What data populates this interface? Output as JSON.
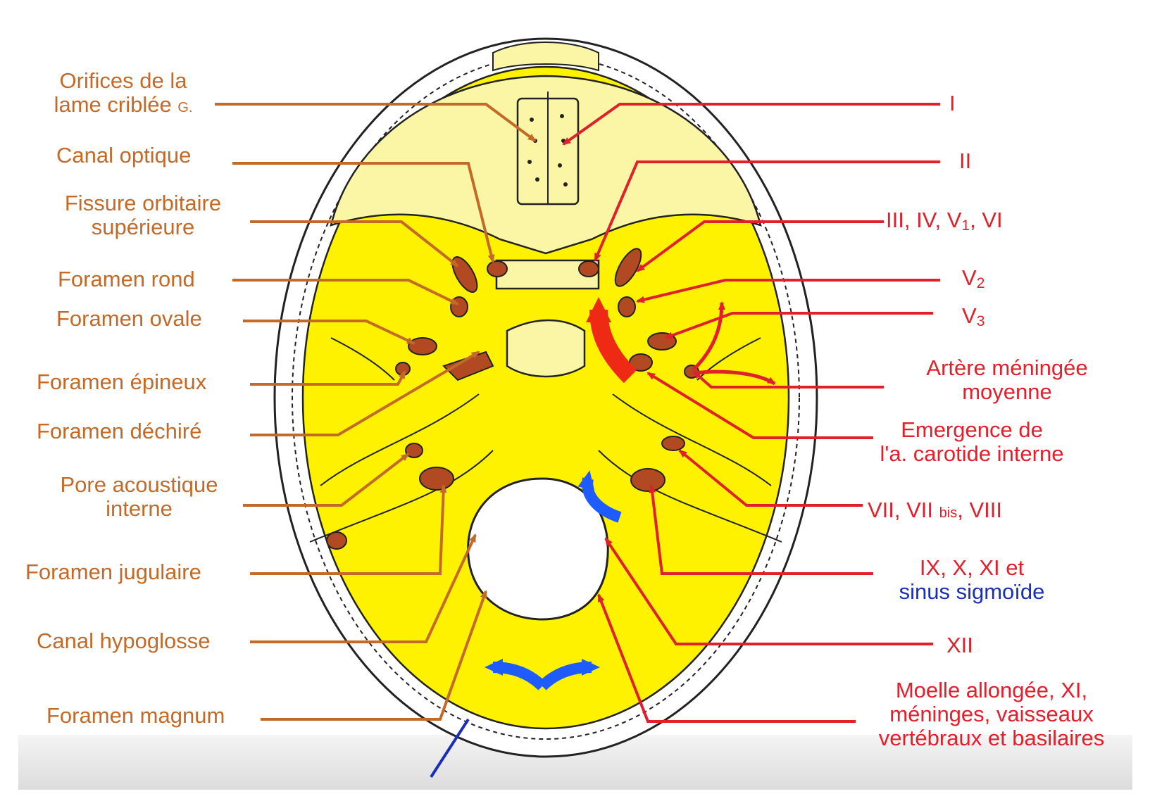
{
  "colors": {
    "left_label": "#c46a28",
    "right_label": "#e0202a",
    "blue_label": "#1a2fb8",
    "fossa_yellow": "#fff200",
    "anterior_yellow": "#fbf6a6",
    "foramen_brown": "#b14a22",
    "arrow_red": "#ee2a14",
    "arrow_blue": "#1f5cff"
  },
  "left_labels": {
    "cribriform_line1": "Orifices de la",
    "cribriform_line2": "lame criblée",
    "cribriform_suffix": "G.",
    "optic": "Canal optique",
    "sof_line1": "Fissure orbitaire",
    "sof_line2": "supérieure",
    "rotundum": "Foramen rond",
    "ovale": "Foramen ovale",
    "spinosum": "Foramen épineux",
    "lacerum": "Foramen déchiré",
    "acoustic_line1": "Pore acoustique",
    "acoustic_line2": "interne",
    "jugular": "Foramen jugulaire",
    "hypoglossal": "Canal hypoglosse",
    "magnum": "Foramen magnum"
  },
  "right_labels": {
    "n1": "I",
    "n2": "II",
    "n3": "III, IV, V",
    "n3_sub": "1",
    "n3_tail": ", VI",
    "v2": "V",
    "v2_sub": "2",
    "v3": "V",
    "v3_sub": "3",
    "mma_line1": "Artère méningée",
    "mma_line2": "moyenne",
    "carotid_line1": "Emergence de",
    "carotid_line2": "l'a. carotide interne",
    "n7": "VII, VII",
    "n7_small": "bis",
    "n7_tail": ", VIII",
    "n9_line1": "IX, X, XI et",
    "n9_line2": "sinus sigmoïde",
    "n12": "XII",
    "magnum_line1": "Moelle allongée, XI,",
    "magnum_line2": "méninges, vaisseaux",
    "magnum_line3": "vertébraux et basilaires"
  }
}
